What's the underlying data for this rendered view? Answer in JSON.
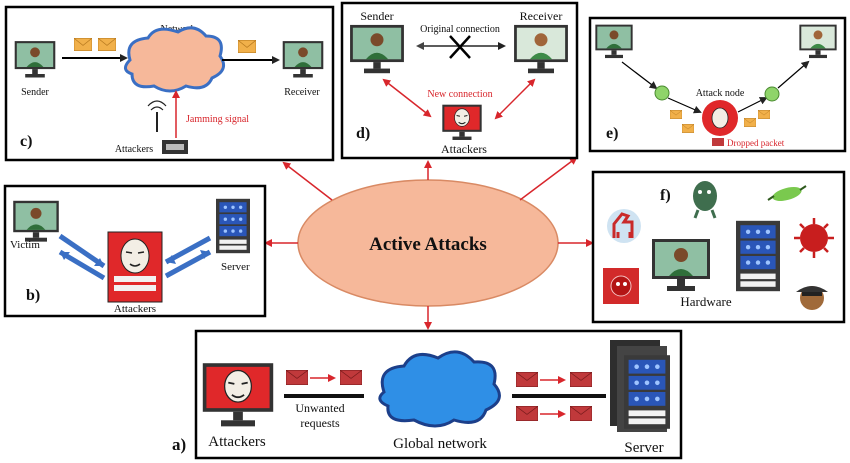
{
  "center": {
    "title": "Active Attacks"
  },
  "panel_a": {
    "letter": "a)",
    "attackers": "Attackers",
    "unwanted_line1": "Unwanted",
    "unwanted_line2": "requests",
    "network": "Global network",
    "server": "Server"
  },
  "panel_b": {
    "letter": "b)",
    "victim": "Victim",
    "attackers": "Attackers",
    "server": "Server"
  },
  "panel_c": {
    "letter": "c)",
    "network": "Network",
    "sender": "Sender",
    "receiver": "Receiver",
    "jamming": "Jamming signal",
    "attackers": "Attackers"
  },
  "panel_d": {
    "letter": "d)",
    "sender": "Sender",
    "receiver": "Receiver",
    "original": "Original connection",
    "new_conn": "New connection",
    "attackers": "Attackers"
  },
  "panel_e": {
    "letter": "e)",
    "attack_node": "Attack node",
    "dropped": "Dropped packet"
  },
  "panel_f": {
    "letter": "f)",
    "hardware": "Hardware"
  },
  "colors": {
    "ellipse_fill": "#f6b89a",
    "arrow_red": "#d8262c",
    "arrow_blue": "#3a6fc4",
    "envelope": "#f1b04a",
    "packet": "#c0393b"
  }
}
